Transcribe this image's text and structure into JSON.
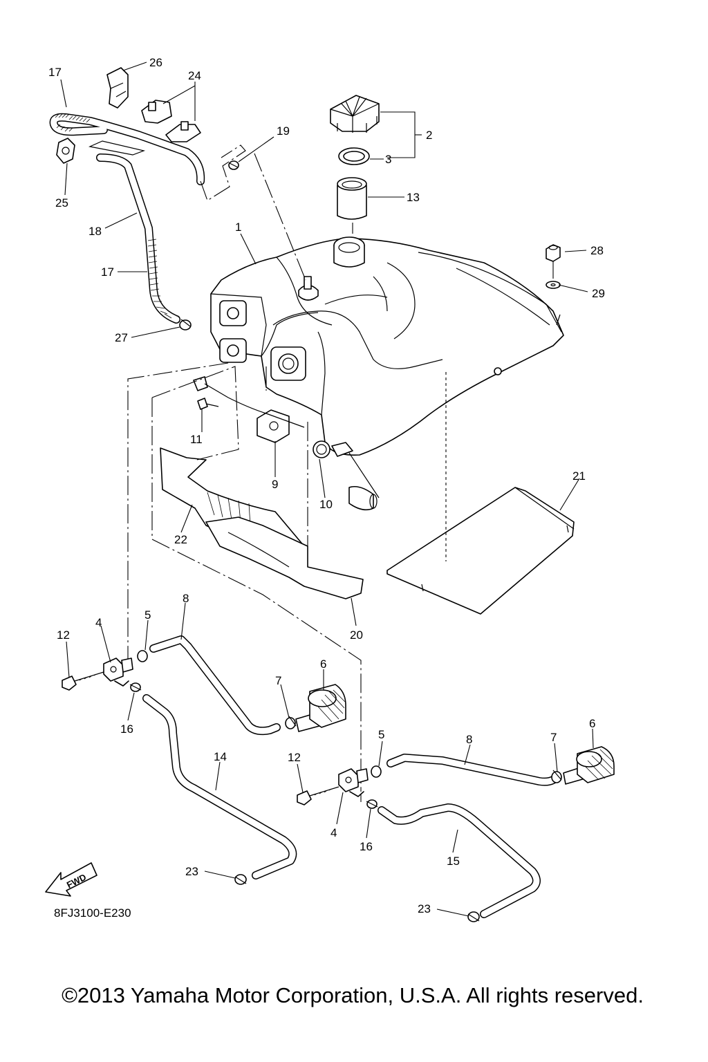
{
  "diagram_code": "8FJ3100-E230",
  "copyright": "©2013 Yamaha Motor Corporation, U.S.A. All rights reserved.",
  "fwd_label": "FWD",
  "callouts": {
    "c1": "1",
    "c2": "2",
    "c3": "3",
    "c4a": "4",
    "c4b": "4",
    "c5a": "5",
    "c5b": "5",
    "c6a": "6",
    "c6b": "6",
    "c7a": "7",
    "c7b": "7",
    "c8a": "8",
    "c8b": "8",
    "c9": "9",
    "c10": "10",
    "c11": "11",
    "c12a": "12",
    "c12b": "12",
    "c13": "13",
    "c14": "14",
    "c15": "15",
    "c16a": "16",
    "c16b": "16",
    "c17a": "17",
    "c17b": "17",
    "c18": "18",
    "c19": "19",
    "c20": "20",
    "c21": "21",
    "c22": "22",
    "c23a": "23",
    "c23b": "23",
    "c24": "24",
    "c25": "25",
    "c26": "26",
    "c27": "27",
    "c28": "28",
    "c29": "29"
  }
}
